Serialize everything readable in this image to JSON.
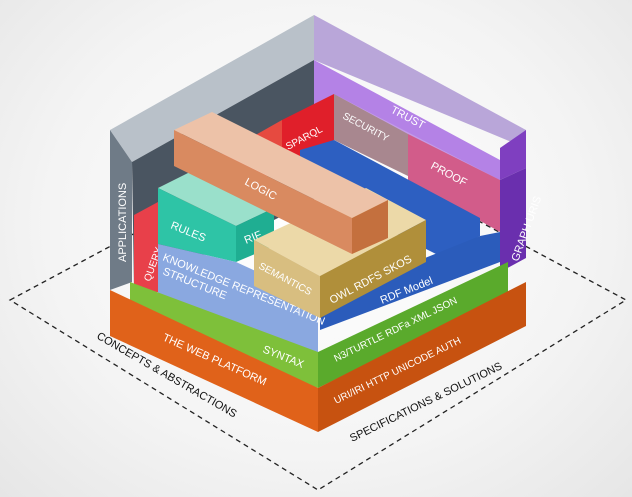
{
  "diagram": {
    "ground_left": "CONCEPTS & ABSTRACTIONS",
    "ground_right": "SPECIFICATIONS & SOLUTIONS",
    "applications": "APPLICATIONS",
    "graph_uris": "GRAPH URIS",
    "trust": "TRUST",
    "security": "SECURITY",
    "sparql": "SPARQL",
    "proof": "PROOF",
    "logic": "LOGIC",
    "query": "QUERY",
    "rules": "RULES",
    "rif": "RIF",
    "knowledge_representation_1": "KNOWLEDGE REPRESENTATION",
    "knowledge_representation_2": "STRUCTURE",
    "semantics": "SEMANTICS",
    "owl_rdfs_skos": "OWL  RDFS  SKOS",
    "rdf_model": "RDF Model",
    "syntax": "SYNTAX",
    "n3_turtle": "N3/TURTLE RDFa XML JSON",
    "web_platform": "THE WEB PLATFORM",
    "uri_http": "URI/IRI  HTTP  UNICODE  AUTH"
  }
}
